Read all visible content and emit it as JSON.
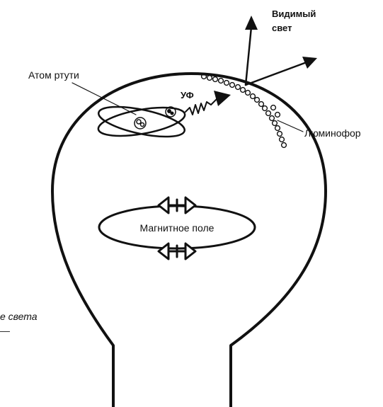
{
  "labels": {
    "visible_light_line1": "Видимый",
    "visible_light_line2": "свет",
    "mercury_atom": "Атом ртути",
    "uv": "УФ",
    "phosphor": "Люминофор",
    "magnetic_field": "Магнитное поле",
    "cut_caption_line1": "е света",
    "cut_caption_line2": "—"
  },
  "colors": {
    "ink": "#111111",
    "background": "#ffffff"
  },
  "icons": {
    "electron": "atom-electron-icon",
    "nucleus": "atom-nucleus-icon",
    "arrow": "arrow-head-icon"
  }
}
